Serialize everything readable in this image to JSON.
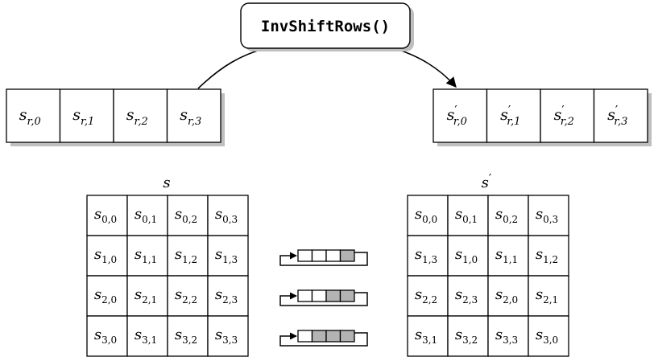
{
  "function_box": {
    "label": "InvShiftRows()"
  },
  "input_row": {
    "cells": [
      {
        "base": "s",
        "prime": "",
        "sub": "r,0"
      },
      {
        "base": "s",
        "prime": "",
        "sub": "r,1"
      },
      {
        "base": "s",
        "prime": "",
        "sub": "r,2"
      },
      {
        "base": "s",
        "prime": "",
        "sub": "r,3"
      }
    ]
  },
  "output_row": {
    "cells": [
      {
        "base": "s",
        "prime": "′",
        "sub": "r,0"
      },
      {
        "base": "s",
        "prime": "′",
        "sub": "r,1"
      },
      {
        "base": "s",
        "prime": "′",
        "sub": "r,2"
      },
      {
        "base": "s",
        "prime": "′",
        "sub": "r,3"
      }
    ]
  },
  "state_s": {
    "label": {
      "base": "s",
      "prime": ""
    },
    "rows": [
      [
        "0,0",
        "0,1",
        "0,2",
        "0,3"
      ],
      [
        "1,0",
        "1,1",
        "1,2",
        "1,3"
      ],
      [
        "2,0",
        "2,1",
        "2,2",
        "2,3"
      ],
      [
        "3,0",
        "3,1",
        "3,2",
        "3,3"
      ]
    ]
  },
  "state_s_prime": {
    "label": {
      "base": "s",
      "prime": "′"
    },
    "rows": [
      [
        "0,0",
        "0,1",
        "0,2",
        "0,3"
      ],
      [
        "1,3",
        "1,0",
        "1,1",
        "1,2"
      ],
      [
        "2,2",
        "2,3",
        "2,0",
        "2,1"
      ],
      [
        "3,1",
        "3,2",
        "3,3",
        "3,0"
      ]
    ]
  },
  "shift_indicators": [
    {
      "row": 1,
      "shift": 1
    },
    {
      "row": 2,
      "shift": 2
    },
    {
      "row": 3,
      "shift": 3
    }
  ],
  "colors": {
    "stroke": "#000000",
    "shaded": "#b3b3b3",
    "shadow": "#bfbfbf",
    "fill": "#ffffff"
  }
}
